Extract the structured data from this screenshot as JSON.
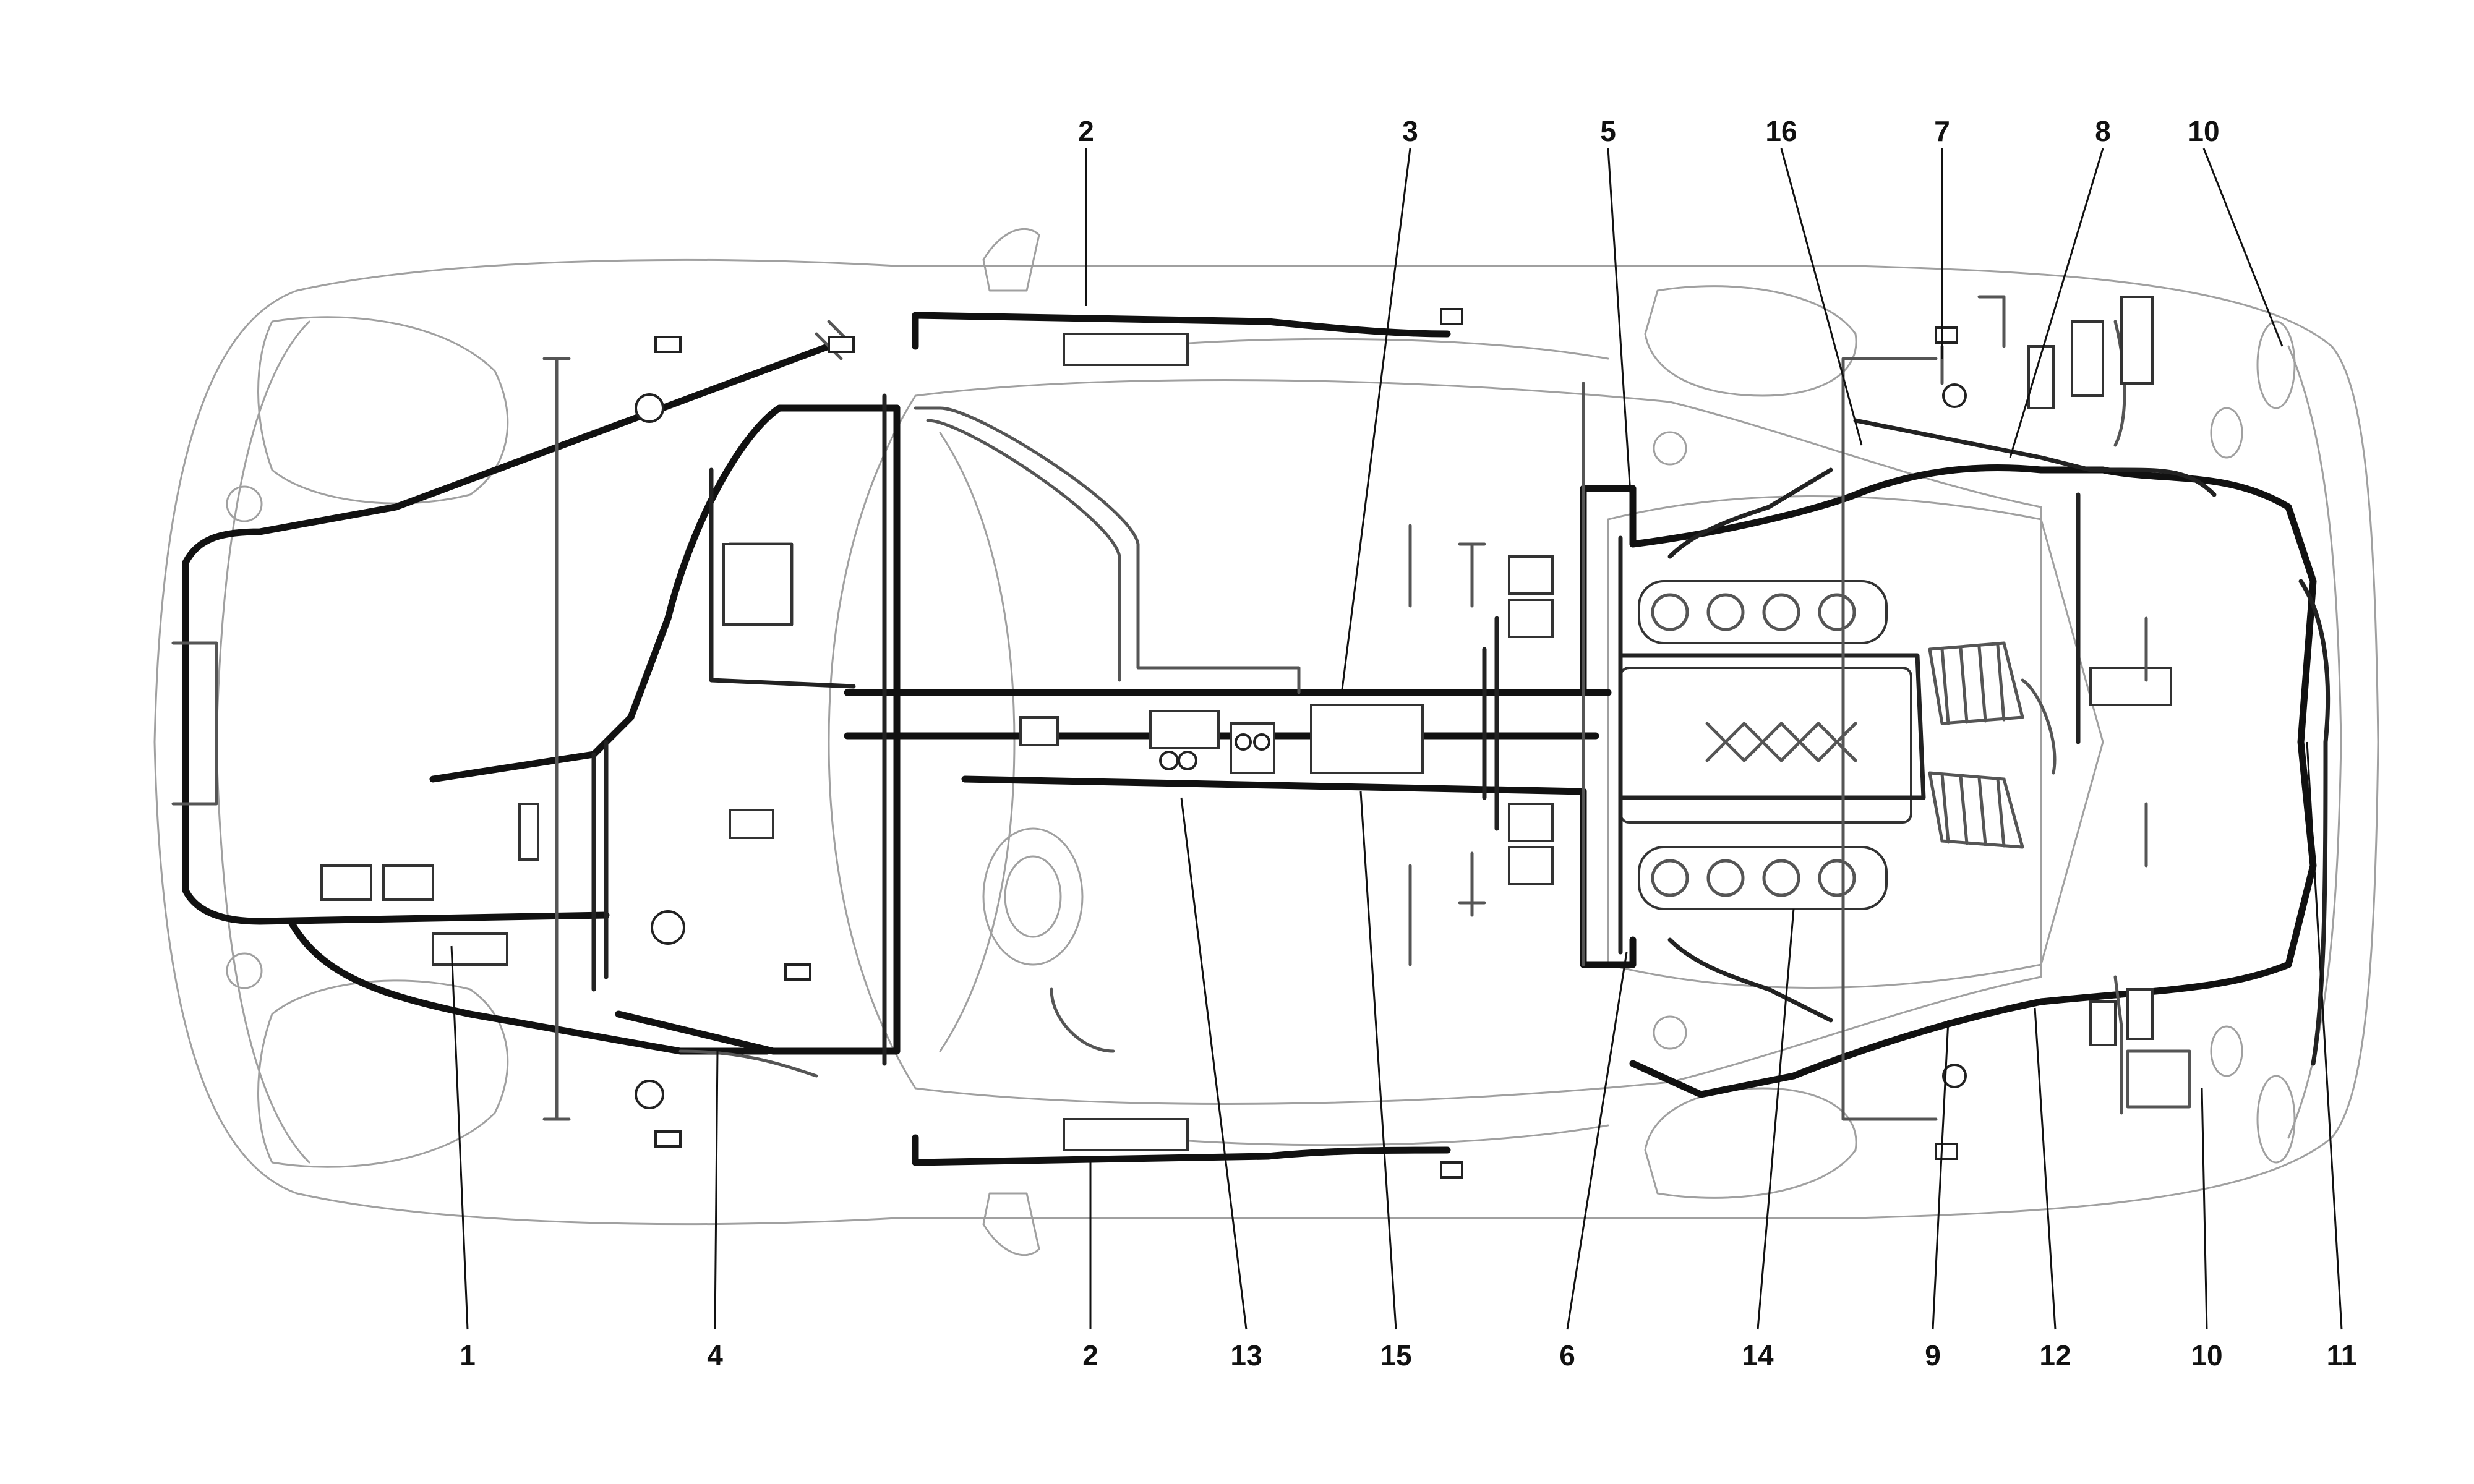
{
  "callouts": {
    "top": [
      {
        "id": "t2",
        "text": "2"
      },
      {
        "id": "t3",
        "text": "3"
      },
      {
        "id": "t5",
        "text": "5"
      },
      {
        "id": "t16",
        "text": "16"
      },
      {
        "id": "t7",
        "text": "7"
      },
      {
        "id": "t8",
        "text": "8"
      },
      {
        "id": "t10",
        "text": "10"
      }
    ],
    "bottom": [
      {
        "id": "b1",
        "text": "1"
      },
      {
        "id": "b4",
        "text": "4"
      },
      {
        "id": "b2",
        "text": "2"
      },
      {
        "id": "b13",
        "text": "13"
      },
      {
        "id": "b15",
        "text": "15"
      },
      {
        "id": "b6",
        "text": "6"
      },
      {
        "id": "b14",
        "text": "14"
      },
      {
        "id": "b9",
        "text": "9"
      },
      {
        "id": "b12",
        "text": "12"
      },
      {
        "id": "b10",
        "text": "10"
      },
      {
        "id": "b11",
        "text": "11"
      }
    ]
  },
  "colors": {
    "outline": "#a0a0a0",
    "harness": "#111111",
    "background": "#ffffff"
  }
}
